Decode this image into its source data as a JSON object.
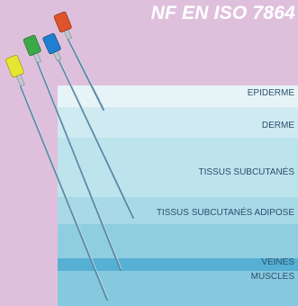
{
  "standard": "NF EN ISO 7864",
  "layers": [
    {
      "label": "EPIDERME",
      "color": "#e7f4f7"
    },
    {
      "label": "DERME",
      "color": "#cfeaf1"
    },
    {
      "label": "TISSUS SUBCUTANÉS",
      "color": "#bde3ec"
    },
    {
      "label": "TISSUS SUBCUTANÉS ADIPOSE",
      "color": "#a8d9e6"
    },
    {
      "label": "",
      "color": "#8fcde0"
    },
    {
      "label": "VEINES",
      "color": "#55b0d4"
    },
    {
      "label": "MUSCLES",
      "color": "#86c9de"
    }
  ],
  "needles": [
    {
      "name": "yellow",
      "hub_color": "#e6e630"
    },
    {
      "name": "green",
      "hub_color": "#3aaa48"
    },
    {
      "name": "blue",
      "hub_color": "#1f7fd0"
    },
    {
      "name": "orange",
      "hub_color": "#e0532a"
    }
  ]
}
